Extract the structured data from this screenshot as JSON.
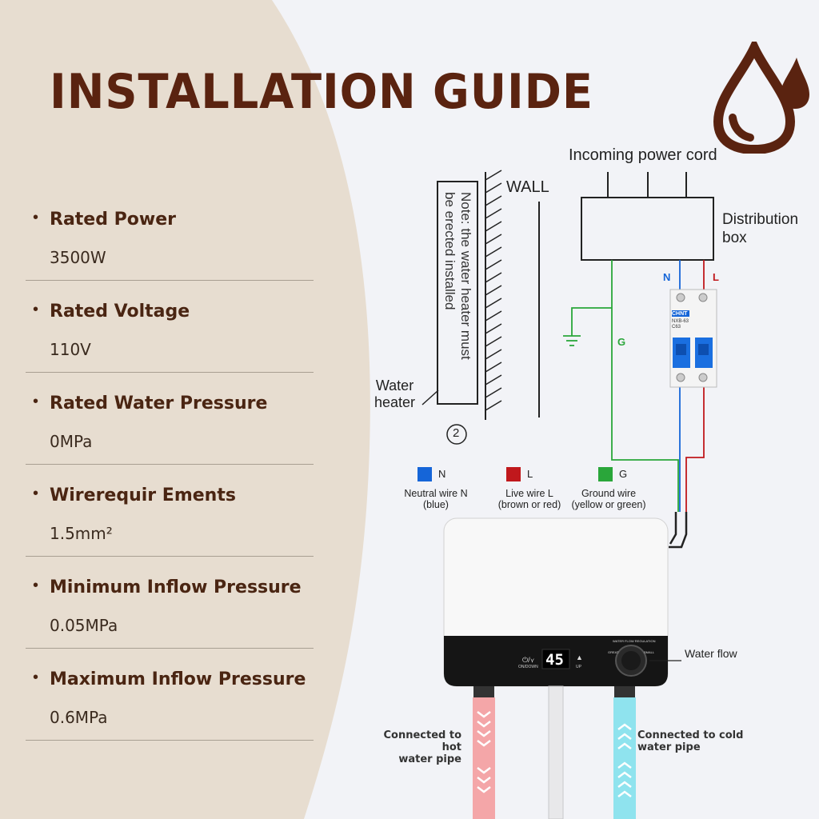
{
  "title": "INSTALLATION GUIDE",
  "specs": [
    {
      "label": "Rated Power",
      "value": "3500W"
    },
    {
      "label": "Rated Voltage",
      "value": "110V"
    },
    {
      "label": "Rated Water Pressure",
      "value": "0MPa"
    },
    {
      "label": "Wirerequir Ements",
      "value": "1.5mm²"
    },
    {
      "label": "Minimum Inflow Pressure",
      "value": "0.05MPa"
    },
    {
      "label": "Maximum Inflow Pressure",
      "value": "0.6MPa"
    }
  ],
  "bullet": "•",
  "diagram": {
    "incoming_power_cord": "Incoming power cord",
    "distribution_box": "Distribution box",
    "distribution_box_line1": "Distribution",
    "distribution_box_line2": "box",
    "wall": "WALL",
    "note_line1": "Note: the water heater must",
    "note_line2": "be erected installed",
    "water_heater_line1": "Water",
    "water_heater_line2": "heater",
    "step_number": "2",
    "n": "N",
    "l": "L",
    "g": "G",
    "breaker_brand": "CHNT",
    "breaker_model": "NXB-63",
    "breaker_rating": "C63"
  },
  "legend": [
    {
      "key": "N",
      "color": "#1565d8",
      "line1": "Neutral wire N",
      "line2": "(blue)"
    },
    {
      "key": "L",
      "color": "#c0181c",
      "line1": "Live wire L",
      "line2": "(brown or red)"
    },
    {
      "key": "G",
      "color": "#2aa63a",
      "line1": "Ground wire",
      "line2": "(yellow or green)"
    }
  ],
  "heater": {
    "display": "45",
    "power_label": "ON/DOWN",
    "up_label": "UP",
    "flow_regulation": "WATER FLOW REGULATION",
    "great": "GREAT",
    "small": "SMALL",
    "water_flow": "Water flow"
  },
  "hoses": {
    "hot_line1": "Connected to hot",
    "hot_line2": "water pipe",
    "cold_line1": "Connected to cold",
    "cold_line2": "water pipe"
  },
  "colors": {
    "brown": "#5a2310",
    "panel": "#e7ddd0",
    "neutral": "#1565d8",
    "live": "#c0181c",
    "ground": "#2aa63a",
    "hot": "#f4a6a8",
    "cold": "#8fe3ee"
  }
}
